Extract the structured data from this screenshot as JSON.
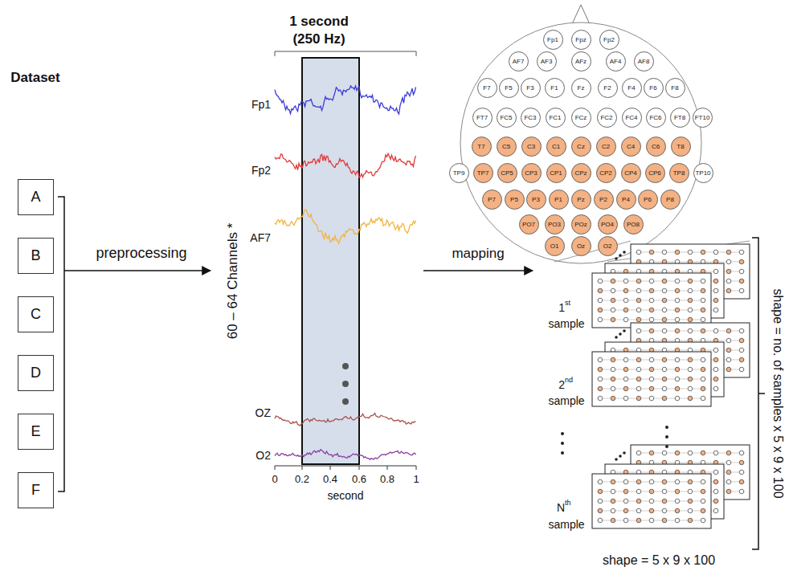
{
  "diagram": {
    "nodes": [
      {
        "text": [
          "A"
        ]
      },
      {
        "text": [
          "B"
        ]
      },
      {
        "text": [
          "C"
        ]
      },
      {
        "text": [
          "D"
        ]
      },
      {
        "text": [
          "E"
        ]
      },
      {
        "text": [
          "F"
        ]
      },
      {
        "text": [
          "Fp1"
        ]
      },
      {
        "text": [
          "Fpz"
        ]
      },
      {
        "text": [
          "Fp2"
        ]
      },
      {
        "text": [
          "AF7"
        ]
      },
      {
        "text": [
          "AF3"
        ]
      },
      {
        "text": [
          "AFz"
        ]
      },
      {
        "text": [
          "AF4"
        ]
      },
      {
        "text": [
          "AF8"
        ]
      },
      {
        "text": [
          "F7"
        ]
      },
      {
        "text": [
          "F5"
        ]
      },
      {
        "text": [
          "F3"
        ]
      },
      {
        "text": [
          "F1"
        ]
      },
      {
        "text": [
          "Fz"
        ]
      },
      {
        "text": [
          "F2"
        ]
      },
      {
        "text": [
          "F4"
        ]
      },
      {
        "text": [
          "F6"
        ]
      },
      {
        "text": [
          "F8"
        ]
      },
      {
        "text": [
          "FT7"
        ]
      },
      {
        "text": [
          "FC5"
        ]
      },
      {
        "text": [
          "FC3"
        ]
      },
      {
        "text": [
          "FC1"
        ]
      },
      {
        "text": [
          "FCz"
        ]
      },
      {
        "text": [
          "FC2"
        ]
      },
      {
        "text": [
          "FC4"
        ]
      },
      {
        "text": [
          "FC6"
        ]
      },
      {
        "text": [
          "FT8"
        ]
      },
      {
        "text": [
          "FT10"
        ]
      },
      {
        "text": [
          "T7"
        ]
      },
      {
        "text": [
          "C5"
        ]
      },
      {
        "text": [
          "C3"
        ]
      },
      {
        "text": [
          "C1"
        ]
      },
      {
        "text": [
          "Cz"
        ]
      },
      {
        "text": [
          "C2"
        ]
      },
      {
        "text": [
          "C4"
        ]
      },
      {
        "text": [
          "C6"
        ]
      },
      {
        "text": [
          "T8"
        ]
      },
      {
        "text": [
          "TP9"
        ]
      },
      {
        "text": [
          "TP7"
        ]
      },
      {
        "text": [
          "CP5"
        ]
      },
      {
        "text": [
          "CP3"
        ]
      },
      {
        "text": [
          "CP1"
        ]
      },
      {
        "text": [
          "CPz"
        ]
      },
      {
        "text": [
          "CP2"
        ]
      },
      {
        "text": [
          "CP4"
        ]
      },
      {
        "text": [
          "CP6"
        ]
      },
      {
        "text": [
          "TP8"
        ]
      },
      {
        "text": [
          "TP10"
        ]
      },
      {
        "text": [
          "P7"
        ]
      },
      {
        "text": [
          "P5"
        ]
      },
      {
        "text": [
          "P3"
        ]
      },
      {
        "text": [
          "P1"
        ]
      },
      {
        "text": [
          "Pz"
        ]
      },
      {
        "text": [
          "P2"
        ]
      },
      {
        "text": [
          "P4"
        ]
      },
      {
        "text": [
          "P6"
        ]
      },
      {
        "text": [
          "P8"
        ]
      },
      {
        "text": [
          "PO7"
        ]
      },
      {
        "text": [
          "PO3"
        ]
      },
      {
        "text": [
          "POz"
        ]
      },
      {
        "text": [
          "PO4"
        ]
      },
      {
        "text": [
          "PO8"
        ]
      },
      {
        "text": [
          "O1"
        ]
      },
      {
        "text": [
          "Oz"
        ]
      },
      {
        "text": [
          "O2"
        ]
      }
    ],
    "edges": [],
    "labels": [
      "Dataset",
      "preprocessing",
      "1 second",
      "(250 Hz)",
      "Fp1",
      "Fp2",
      "AF7",
      "OZ",
      "O2",
      "60 – 64 Channels *",
      "0",
      "0.2",
      "0.4",
      "0.6",
      "0.8",
      "1",
      "second",
      "mapping",
      "1",
      "st",
      "sample",
      "2",
      "nd",
      "sample",
      "N",
      "th",
      "sample",
      "shape = 5 x 9 x 100",
      "shape = no. of samples x 5 x 9 x 100"
    ]
  }
}
